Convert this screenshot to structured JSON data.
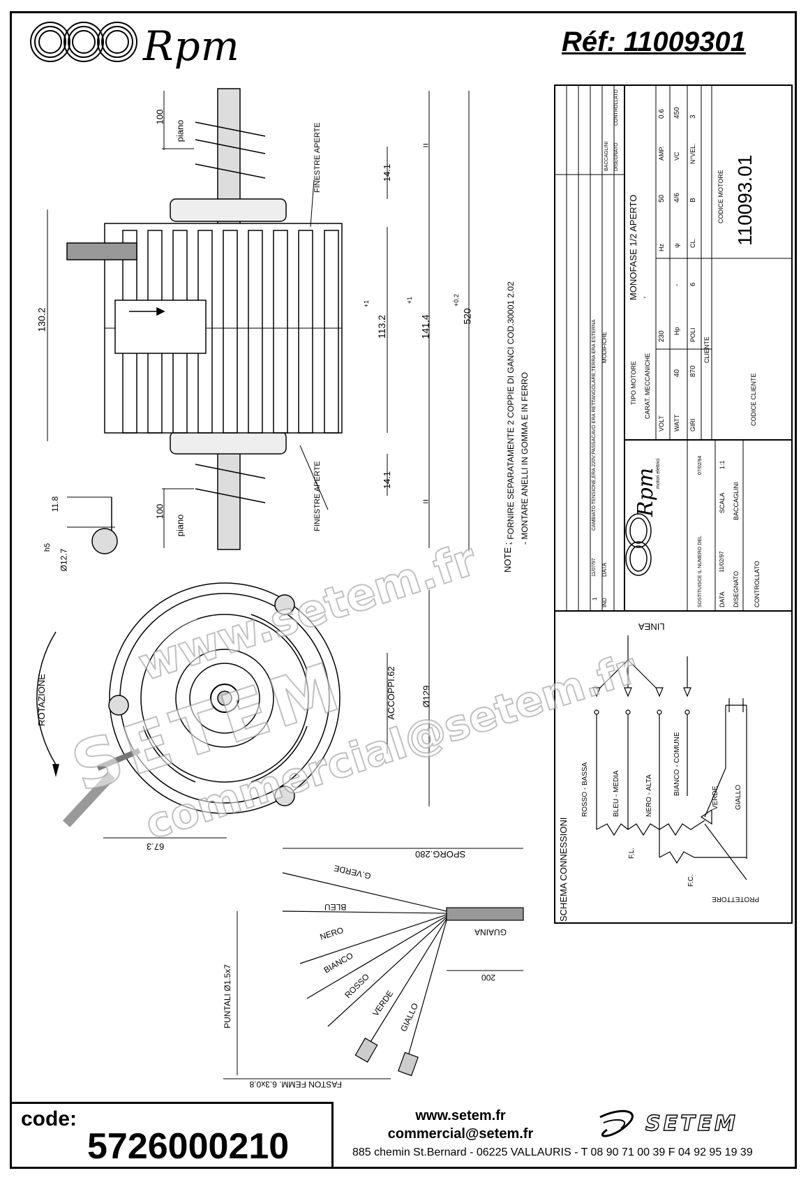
{
  "header": {
    "brand": "Rpm",
    "reference": "Réf:  11009301"
  },
  "drawing": {
    "dimensions": {
      "piano_top": "100",
      "piano_label": "piano",
      "dim_130": "130.2",
      "dim_113": "113.2",
      "dim_113_tol": "+1",
      "dim_141": "141.4",
      "dim_141_tol": "+1",
      "dim_520": "520",
      "dim_520_tol": "+0.2",
      "dim_14_1": "14.1",
      "finestre_aperte": "FINESTRE APERTE",
      "eq": "=",
      "dim_118": "11.8",
      "dim_h5": "h5",
      "dim_127": "Ø12.7",
      "dim_accoppi": "ACCOPPI.62",
      "dim_129": "Ø129",
      "dim_673": "67.3",
      "sporg": "SPORG.280",
      "rotazione": "ROTAZIONE"
    },
    "wires": {
      "gverde": "G.VERDE",
      "bleu": "BLEU",
      "nero": "NERO",
      "bianco": "BIANCO",
      "rosso": "ROSSO",
      "verde": "VERDE",
      "giallo": "GIALLO",
      "guaina": "GUAINA",
      "dim_200": "200",
      "puntali": "PUNTALI Ø1.5x7",
      "faston": "FASTON FEMM. 6.3x0.8"
    },
    "notes": {
      "prefix": "NOTE :",
      "line1": "- FORNIRE SEPARATAMENTE 2 COPPIE DI GANCI COD.30001 2.02",
      "line2": "- MONTARE ANELLI IN GOMMA E IN FERRO"
    }
  },
  "title_block": {
    "revision": {
      "ind": "IND",
      "data": "DATA",
      "modifiche": "MODIFICHE",
      "rev_num": "1",
      "rev_date": "11/07/97",
      "rev_text": "CAMBIATO TENSIONE,ERA 220V;PASSACAVO ERA RETTANGOLARE;TERRA ERA ESTERNA",
      "disegnato": "DISEGNATO",
      "controllato": "CONTROLLATO",
      "baccaglini": "BACCAGLINI"
    },
    "motor": {
      "tipo_motore_label": "TIPO MOTORE",
      "tipo_motore": "MONOFASE 1/2 APERTO",
      "carat_label": "CARAT. MECCANICHE",
      "carat": "-",
      "volt_label": "VOLT",
      "volt": "230",
      "hz_label": "Hz",
      "hz": "50",
      "amp_label": "AMP.",
      "amp": "0.6",
      "watt_label": "WATT",
      "watt": "40",
      "hp_label": "Hp",
      "hp": "-",
      "phi_label": "ψ",
      "phi": "4/6",
      "vc_label": "VC",
      "vc": "450",
      "giri_label": "GIRI",
      "giri": "870",
      "poli_label": "POLI",
      "poli": "6",
      "cl_label": "CL.",
      "cl": "B",
      "nvel_label": "N°VEL.",
      "nvel": "3",
      "cliente_label": "CLIENTE",
      "codice_motore_label": "CODICE MOTORE",
      "codice_motore": "110093.01",
      "codice_cliente_label": "CODICE CLIENTE"
    },
    "meta": {
      "sostituisce": "SOSTITUISCE IL NUMERO DEL",
      "sost_date": "07/02/94",
      "data_label": "DATA",
      "data": "11/02/97",
      "scala_label": "SCALA",
      "scala": "1:1",
      "disegnato_label": "DISEGNATO",
      "disegnato": "BACCAGLINI",
      "controllato_label": "CONTROLLATO",
      "logo_text": "Rpm",
      "logo_sub": "motori elettrici"
    }
  },
  "schema": {
    "title": "SCHEMA CONNESSIONI",
    "linea": "LINEA",
    "rosso_bassa": "ROSSO - BASSA",
    "bleu_media": "BLEU - MEDIA",
    "nero_alta": "NERO - ALTA",
    "bianco_comune": "BIANCO - COMUNE",
    "verde": "VERDE",
    "giallo": "GIALLO",
    "fl": "F.L.",
    "fc": "F.C.",
    "protettore": "PROTETTORE"
  },
  "watermark": {
    "line1": "www.setem.fr",
    "line2": "SETEM",
    "line3": "commercial@setem.fr"
  },
  "footer": {
    "code_label": "code:",
    "code_value": "5726000210",
    "website": "www.setem.fr",
    "email": "commercial@setem.fr",
    "address": "885 chemin St.Bernard  -  06225 VALLAURIS  -  T 08 90 71 00 39   F 04 92 95 19 39",
    "logo": "SETEM"
  }
}
